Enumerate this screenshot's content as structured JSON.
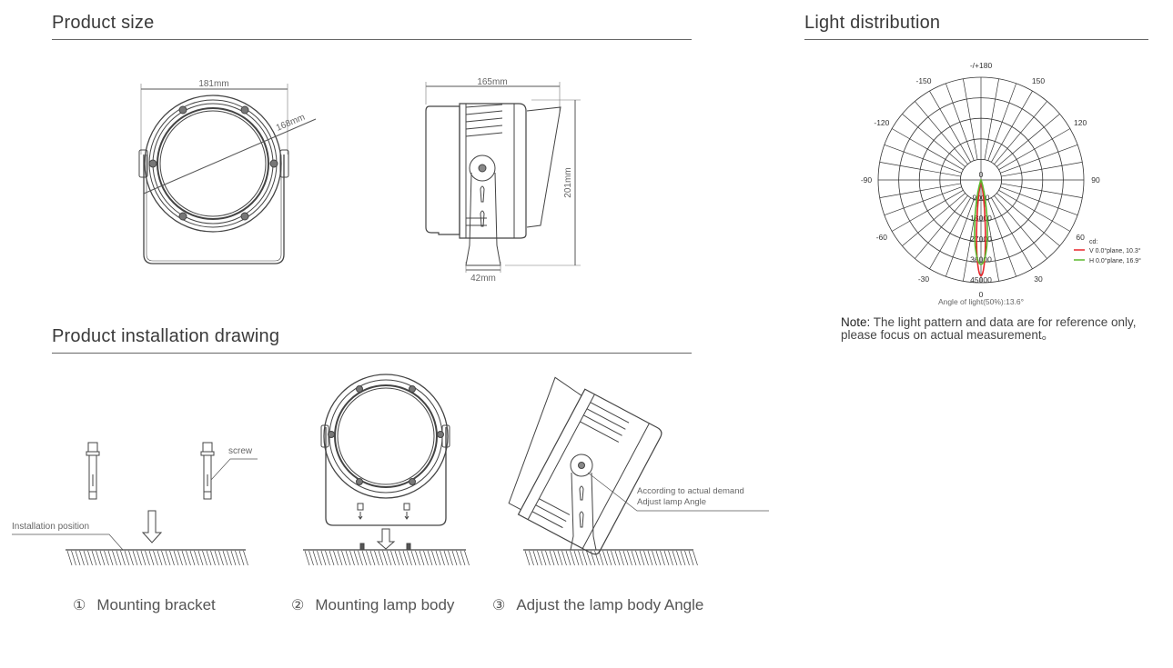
{
  "sections": {
    "product_size": "Product size",
    "installation": "Product installation drawing",
    "light_distribution": "Light distribution"
  },
  "dimensions": {
    "width": "181mm",
    "diameter": "168mm",
    "depth": "165mm",
    "height": "201mm",
    "bracket": "42mm"
  },
  "installation": {
    "screw_label": "screw",
    "position_label": "Installation position",
    "angle_note_line1": "According to actual demand",
    "angle_note_line2": "Adjust lamp Angle",
    "steps": [
      {
        "num": "①",
        "label": "Mounting bracket"
      },
      {
        "num": "②",
        "label": "Mounting lamp body"
      },
      {
        "num": "③",
        "label": "Adjust the lamp body Angle"
      }
    ]
  },
  "note": {
    "prefix": "Note:",
    "line1": " The light pattern and data are for reference only,",
    "line2": "please focus on actual measurement。"
  },
  "chart_data": {
    "type": "polar",
    "angle_labels": [
      {
        "angle": 180,
        "text": "-/+180"
      },
      {
        "angle": -150,
        "text": "-150"
      },
      {
        "angle": 150,
        "text": "150"
      },
      {
        "angle": -120,
        "text": "-120"
      },
      {
        "angle": 120,
        "text": "120"
      },
      {
        "angle": -90,
        "text": "-90"
      },
      {
        "angle": 90,
        "text": "90"
      },
      {
        "angle": -60,
        "text": "-60"
      },
      {
        "angle": 60,
        "text": "60"
      },
      {
        "angle": -30,
        "text": "-30"
      },
      {
        "angle": 30,
        "text": "30"
      },
      {
        "angle": 0,
        "text": "0"
      }
    ],
    "radial_labels": [
      "0",
      "9000",
      "18000",
      "27000",
      "36000",
      "45000"
    ],
    "rmax": 45000,
    "spoke_step_deg": 10,
    "unit": "cd:",
    "caption": "Angle of light(50%):13.6°",
    "series": [
      {
        "name": "V 0.0°plane,  10.3°",
        "color": "#e8262a",
        "peak_cd": 42000,
        "beam_angle": 10.3
      },
      {
        "name": "H 0.0°plane,  16.9°",
        "color": "#5cb82e",
        "peak_cd": 37000,
        "beam_angle": 16.9
      }
    ]
  }
}
